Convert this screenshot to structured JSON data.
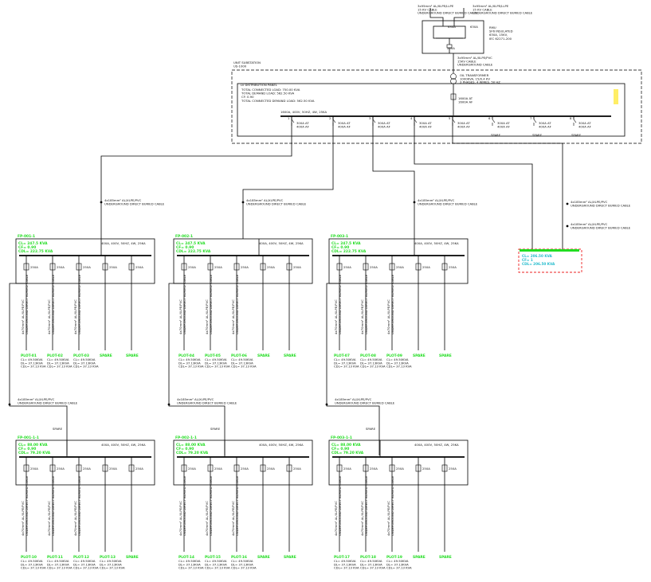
{
  "colors": {
    "green": "#22dd22",
    "cyan": "#22bbcc",
    "red": "#ee2222",
    "line": "#000000",
    "yellow": "#ffee66"
  },
  "incoming": {
    "cable_left": [
      "3x95mm² AL/XLPE/LLPE",
      "15 KV CABLE",
      "UNDERGROUND DIRECT BURIED CABLE"
    ],
    "cable_right": [
      "3x95mm² AL/XLPE/LLPE",
      "15 KV CABLE",
      "UNDERGROUND DIRECT BURIED CABLE"
    ],
    "rmu_info": [
      "RMU",
      "SF6 INSULATED",
      "630A, 15KV,",
      "IEC 62271-200"
    ],
    "rmu_switch_left": "630A",
    "rmu_switch_right": "630A",
    "rmu_breaker": "200A",
    "tx_cable": [
      "3x95mm² AL/XLPE/PVC",
      "15KV CABLE",
      "UNDERGROUND CABLE"
    ]
  },
  "substation": {
    "title": [
      "UNIT SUBSTATION",
      "US-1000"
    ],
    "transformer": [
      "OIL TRANSFORMER",
      "1000KVA, 15/0.4 KV",
      "3 PHASES, 4 WIRES, 50 HZ"
    ],
    "panel_title": "LV DISTRIBUTION PANEL",
    "loads": [
      "TOTAL CONNECTED LOAD: 750.00 KVA",
      "TOTAL DEMAND LOAD: 562.50 KVA",
      "CF: 0.90",
      "TOTAL CONNECTED DEMAND LOAD: 562.50 KVA"
    ],
    "main_breaker": [
      "1600A AT",
      "1600A AF"
    ],
    "busbar": "1600A, 400V, 50HZ, 4W, 25KA",
    "feeders": [
      {
        "num": "1",
        "rating": [
          "300A AT",
          "400A AF"
        ]
      },
      {
        "num": "2",
        "rating": [
          "300A AT",
          "400A AF"
        ]
      },
      {
        "num": "3",
        "rating": [
          "300A AT",
          "400A AF"
        ]
      },
      {
        "num": "4",
        "rating": [
          "300A AT",
          "400A AF"
        ]
      },
      {
        "num": "5",
        "rating": [
          "300A AT",
          "400A AF"
        ]
      },
      {
        "num": "6",
        "rating": [
          "300A AT",
          "400A AF"
        ]
      },
      {
        "num": "7",
        "rating": [
          "300A AT",
          "400A AF"
        ]
      },
      {
        "num": "8",
        "rating": [
          "300A AT",
          "400A AF"
        ]
      }
    ],
    "spares": [
      "SPARE",
      "SPARE",
      "SPARE"
    ]
  },
  "feeder_cables": [
    [
      "4x185mm² AL/XLPE/PVC",
      "UNDERGROUND DIRECT BURIED CABLE"
    ],
    [
      "4x185mm² AL/XLPE/PVC",
      "UNDERGROUND DIRECT BURIED CABLE"
    ],
    [
      "4x185mm² AL/XLPE/PVC",
      "UNDERGROUND DIRECT BURIED CABLE"
    ],
    [
      "4x185mm² AL/XLPE/PVC",
      "UNDERGROUND DIRECT BURIED CABLE"
    ],
    [
      "4x185mm² AL/XLPE/PVC",
      "UNDERGROUND DIRECT BURIED CABLE"
    ]
  ],
  "panels": [
    {
      "name": "FP-001-1",
      "cl": "CL= 247.5 KVA",
      "cf": "CF= 0.90",
      "cdl": "CDL= 222.75 KVA",
      "rating": "400A, 400V, 50HZ, 4W, 25KA",
      "breakers": [
        "250A",
        "250A",
        "250A",
        "250A",
        "250A"
      ],
      "cables": [
        [
          "4x70mm² AL/XLPE/PVC",
          "UNDERGROUND DIRECT BURIED CABLE"
        ],
        [
          "4x70mm² AL/XLPE/PVC",
          "UNDERGROUND DIRECT BURIED CABLE"
        ],
        [
          "4x70mm² AL/XLPE/PVC",
          "UNDERGROUND DIRECT BURIED CABLE"
        ]
      ],
      "loads": [
        {
          "name": "PLOT-01",
          "lines": [
            "CL= 49.50KVA",
            "DL= 37.13KVA",
            "CDL= 37.13 KVA"
          ]
        },
        {
          "name": "PLOT-02",
          "lines": [
            "CL= 49.50KVA",
            "DL= 37.13KVA",
            "CDL= 37.13 KVA"
          ]
        },
        {
          "name": "PLOT-03",
          "lines": [
            "CL= 49.50KVA",
            "DL= 37.13KVA",
            "CDL= 37.13 KVA"
          ]
        },
        {
          "name": "SPARE",
          "lines": []
        },
        {
          "name": "SPARE",
          "lines": []
        }
      ]
    },
    {
      "name": "FP-002-1",
      "cl": "CL= 247.5 KVA",
      "cf": "CF= 0.90",
      "cdl": "CDL= 222.75 KVA",
      "rating": "400A, 400V, 50HZ, 4W, 25KA",
      "breakers": [
        "250A",
        "250A",
        "250A",
        "250A",
        "250A"
      ],
      "cables": [
        [
          "4x70mm² AL/XLPE/PVC",
          "UNDERGROUND DIRECT BURIED CABLE"
        ],
        [
          "4x70mm² AL/XLPE/PVC",
          "UNDERGROUND DIRECT BURIED CABLE"
        ],
        [
          "4x70mm² AL/XLPE/PVC",
          "UNDERGROUND DIRECT BURIED CABLE"
        ]
      ],
      "loads": [
        {
          "name": "PLOT-04",
          "lines": [
            "CL= 49.50KVA",
            "DL= 37.13KVA",
            "CDL= 37.13 KVA"
          ]
        },
        {
          "name": "PLOT-05",
          "lines": [
            "CL= 49.50KVA",
            "DL= 37.13KVA",
            "CDL= 37.13 KVA"
          ]
        },
        {
          "name": "PLOT-06",
          "lines": [
            "CL= 49.50KVA",
            "DL= 37.13KVA",
            "CDL= 37.13 KVA"
          ]
        },
        {
          "name": "SPARE",
          "lines": []
        },
        {
          "name": "SPARE",
          "lines": []
        }
      ]
    },
    {
      "name": "FP-003-1",
      "cl": "CL= 247.5 KVA",
      "cf": "CF= 0.90",
      "cdl": "CDL= 222.75 KVA",
      "rating": "400A, 400V, 50HZ, 4W, 25KA",
      "breakers": [
        "250A",
        "250A",
        "250A",
        "250A",
        "250A"
      ],
      "cables": [
        [
          "4x70mm² AL/XLPE/PVC",
          "UNDERGROUND DIRECT BURIED CABLE"
        ],
        [
          "4x70mm² AL/XLPE/PVC",
          "UNDERGROUND DIRECT BURIED CABLE"
        ],
        [
          "4x70mm² AL/XLPE/PVC",
          "UNDERGROUND DIRECT BURIED CABLE"
        ]
      ],
      "loads": [
        {
          "name": "PLOT-07",
          "lines": [
            "CL= 49.50KVA",
            "DL= 37.13KVA",
            "CDL= 37.13 KVA"
          ]
        },
        {
          "name": "PLOT-08",
          "lines": [
            "CL= 49.50KVA",
            "DL= 37.13KVA",
            "CDL= 37.13 KVA"
          ]
        },
        {
          "name": "PLOT-09",
          "lines": [
            "CL= 49.50KVA",
            "DL= 37.13KVA",
            "CDL= 37.13 KVA"
          ]
        },
        {
          "name": "SPARE",
          "lines": []
        },
        {
          "name": "SPARE",
          "lines": []
        }
      ]
    },
    {
      "name": "FP-001-1-1",
      "cl": "CL= 88.00 KVA",
      "cf": "CF= 0.90",
      "cdl": "CDL= 79.20 KVA",
      "rating": "400A, 400V, 50HZ, 4W, 25KA",
      "spare_top": "SPARE",
      "breakers": [
        "250A",
        "250A",
        "250A",
        "250A",
        "250A"
      ],
      "cables": [
        [
          "4x70mm² AL/XLPE/PVC",
          "UNDERGROUND DIRECT BURIED CABLE"
        ],
        [
          "4x70mm² AL/XLPE/PVC",
          "UNDERGROUND DIRECT BURIED CABLE"
        ],
        [
          "4x70mm² AL/XLPE/PVC",
          "UNDERGROUND DIRECT BURIED CABLE"
        ]
      ],
      "loads": [
        {
          "name": "PLOT-10",
          "lines": [
            "CL= 49.50KVA",
            "DL= 37.13KVA",
            "CDL= 37.13 KVA"
          ]
        },
        {
          "name": "PLOT-11",
          "lines": [
            "CL= 49.50KVA",
            "DL= 37.13KVA",
            "CDL= 37.13 KVA"
          ]
        },
        {
          "name": "PLOT-12",
          "lines": [
            "CL= 49.50KVA",
            "DL= 37.13KVA",
            "CDL= 37.13 KVA"
          ]
        },
        {
          "name": "PLOT-13",
          "lines": [
            "CL= 49.50KVA",
            "DL= 37.13KVA",
            "CDL= 37.13 KVA"
          ]
        },
        {
          "name": "SPARE",
          "lines": []
        }
      ]
    },
    {
      "name": "FP-002-1-1",
      "cl": "CL= 88.00 KVA",
      "cf": "CF= 0.90",
      "cdl": "CDL= 79.20 KVA",
      "rating": "400A, 400V, 50HZ, 4W, 25KA",
      "spare_top": "SPARE",
      "breakers": [
        "250A",
        "250A",
        "250A",
        "250A",
        "250A"
      ],
      "cables": [
        [
          "4x70mm² AL/XLPE/PVC",
          "UNDERGROUND DIRECT BURIED CABLE"
        ],
        [
          "4x70mm² AL/XLPE/PVC",
          "UNDERGROUND DIRECT BURIED CABLE"
        ],
        [
          "4x70mm² AL/XLPE/PVC",
          "UNDERGROUND DIRECT BURIED CABLE"
        ]
      ],
      "loads": [
        {
          "name": "PLOT-14",
          "lines": [
            "CL= 49.50KVA",
            "DL= 37.13KVA",
            "CDL= 37.13 KVA"
          ]
        },
        {
          "name": "PLOT-15",
          "lines": [
            "CL= 49.50KVA",
            "DL= 37.13KVA",
            "CDL= 37.13 KVA"
          ]
        },
        {
          "name": "PLOT-16",
          "lines": [
            "CL= 49.50KVA",
            "DL= 37.13KVA",
            "CDL= 37.13 KVA"
          ]
        },
        {
          "name": "SPARE",
          "lines": []
        },
        {
          "name": "SPARE",
          "lines": []
        }
      ]
    },
    {
      "name": "FP-003-1-1",
      "cl": "CL= 88.00 KVA",
      "cf": "CF= 0.90",
      "cdl": "CDL= 79.20 KVA",
      "rating": "400A, 400V, 50HZ, 4W, 25KA",
      "spare_top": "SPARE",
      "breakers": [
        "250A",
        "250A",
        "250A",
        "250A",
        "250A"
      ],
      "cables": [
        [
          "4x70mm² AL/XLPE/PVC",
          "UNDERGROUND DIRECT BURIED CABLE"
        ],
        [
          "4x70mm² AL/XLPE/PVC",
          "UNDERGROUND DIRECT BURIED CABLE"
        ],
        [
          "4x70mm² AL/XLPE/PVC",
          "UNDERGROUND DIRECT BURIED CABLE"
        ]
      ],
      "loads": [
        {
          "name": "PLOT-17",
          "lines": [
            "CL= 49.50KVA",
            "DL= 37.13KVA",
            "CDL= 37.13 KVA"
          ]
        },
        {
          "name": "PLOT-18",
          "lines": [
            "CL= 49.50KVA",
            "DL= 37.13KVA",
            "CDL= 37.13 KVA"
          ]
        },
        {
          "name": "PLOT-19",
          "lines": [
            "CL= 49.50KVA",
            "DL= 37.13KVA",
            "CDL= 37.13 KVA"
          ]
        },
        {
          "name": "SPARE",
          "lines": []
        },
        {
          "name": "SPARE",
          "lines": []
        }
      ]
    }
  ],
  "red_panel": {
    "lines": [
      "CL= 206.50 KVA",
      "CF= 1",
      "CDL= 206.50 KVA"
    ]
  }
}
